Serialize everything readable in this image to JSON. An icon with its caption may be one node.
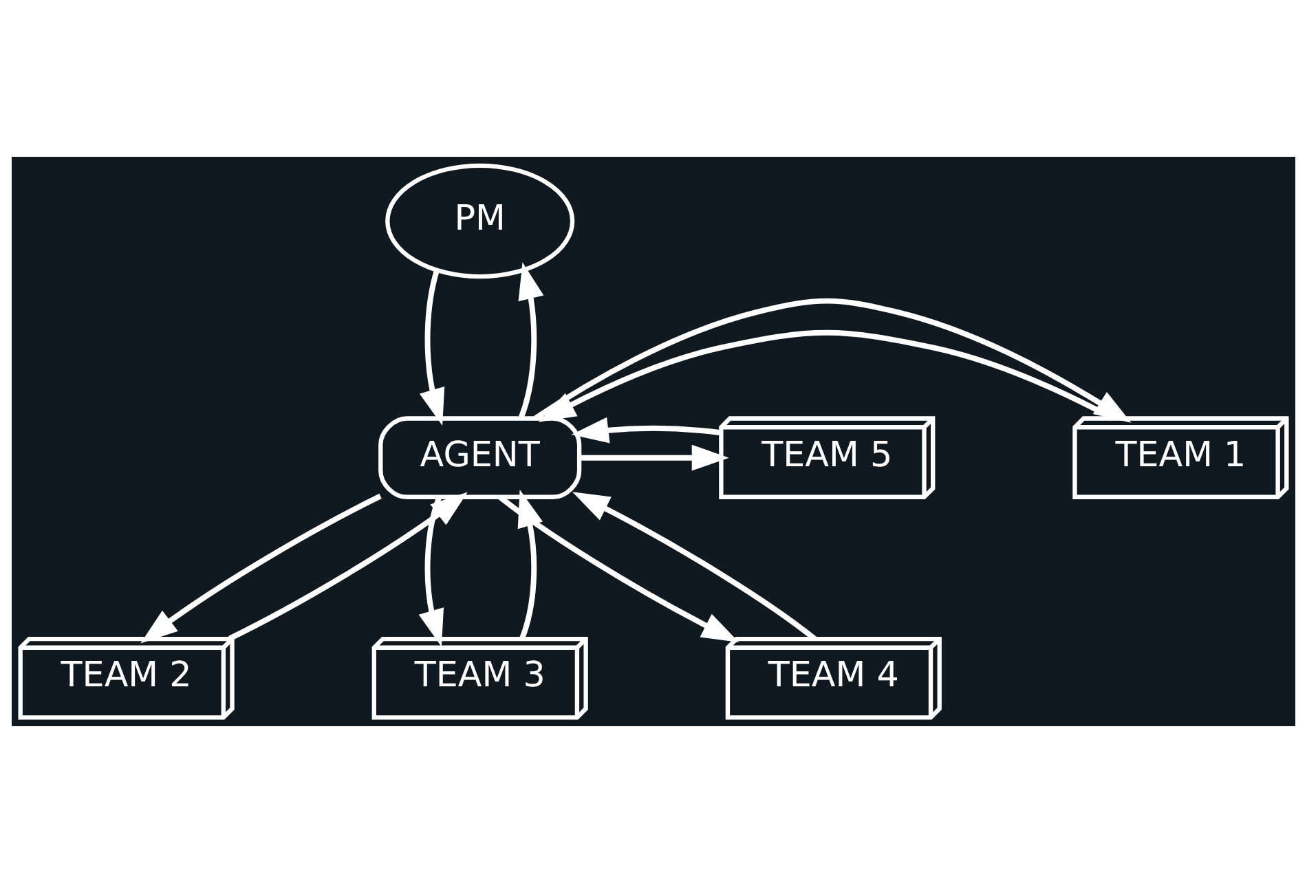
{
  "diagram": {
    "nodes": [
      {
        "text": [
          "PM"
        ]
      },
      {
        "text": [
          "AGENT"
        ]
      },
      {
        "text": [
          "TEAM 1"
        ]
      },
      {
        "text": [
          "TEAM 2"
        ]
      },
      {
        "text": [
          "TEAM 3"
        ]
      },
      {
        "text": [
          "TEAM 4"
        ]
      },
      {
        "text": [
          "TEAM 5"
        ]
      }
    ],
    "edges": [
      {
        "from": 1,
        "to": 0,
        "arrow": "to"
      },
      {
        "from": 0,
        "to": 1,
        "arrow": "to"
      },
      {
        "from": 2,
        "to": 1,
        "arrow": "to"
      },
      {
        "from": 1,
        "to": 2,
        "arrow": "to"
      },
      {
        "from": 1,
        "to": 6,
        "arrow": "to"
      },
      {
        "from": 6,
        "to": 1,
        "arrow": "to"
      },
      {
        "from": 3,
        "to": 1,
        "arrow": "to"
      },
      {
        "from": 1,
        "to": 3,
        "arrow": "to"
      },
      {
        "from": 4,
        "to": 1,
        "arrow": "to"
      },
      {
        "from": 1,
        "to": 4,
        "arrow": "to"
      },
      {
        "from": 5,
        "to": 1,
        "arrow": "to"
      },
      {
        "from": 1,
        "to": 5,
        "arrow": "to"
      }
    ]
  }
}
